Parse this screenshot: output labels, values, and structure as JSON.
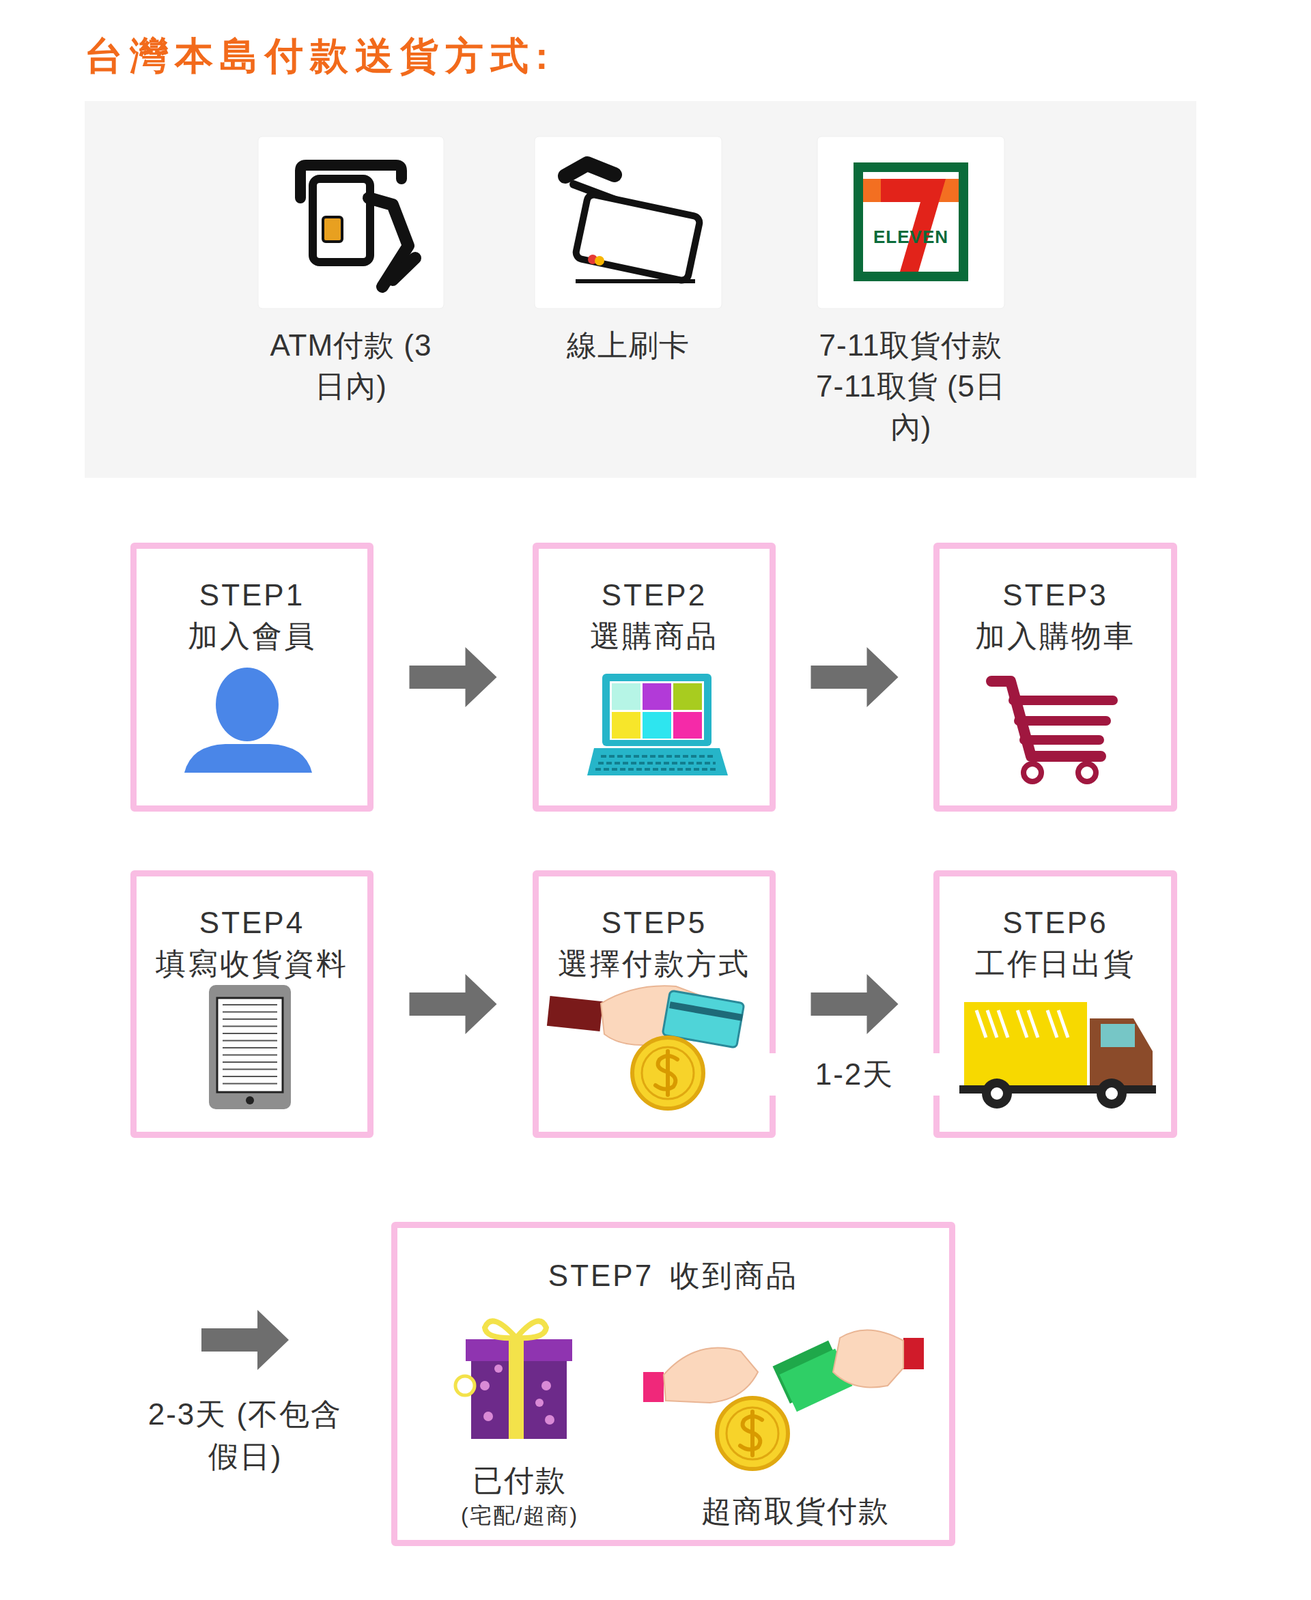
{
  "diagram": {
    "title": "台灣本島付款送貨方式:",
    "nodes": [
      {
        "text": [
          "STEP1",
          "加入會員"
        ]
      },
      {
        "text": [
          "STEP2",
          "選購商品"
        ]
      },
      {
        "text": [
          "STEP3",
          "加入購物車"
        ]
      },
      {
        "text": [
          "STEP4",
          "填寫收貨資料"
        ]
      },
      {
        "text": [
          "STEP5",
          "選擇付款方式"
        ]
      },
      {
        "text": [
          "STEP6",
          "工作日出貨"
        ]
      },
      {
        "text": [
          "STEP7",
          "收到商品",
          "已付款",
          "(宅配/超商)",
          "超商取貨付款"
        ]
      }
    ],
    "edges": [
      {
        "from": 0,
        "to": 1,
        "arrow": "to"
      },
      {
        "from": 1,
        "to": 2,
        "arrow": "to"
      },
      {
        "from": 3,
        "to": 4,
        "arrow": "to"
      },
      {
        "from": 4,
        "to": 5,
        "label": "1-2天",
        "arrow": "to"
      },
      {
        "from": 5,
        "to": 6,
        "label": "2-3天 (不包含假日)",
        "arrow": "to"
      }
    ],
    "labels": [
      "ATM付款 (3日內)",
      "線上刷卡",
      "7-11取貨付款 7-11取貨 (5日內)",
      "ELEVEN"
    ]
  }
}
